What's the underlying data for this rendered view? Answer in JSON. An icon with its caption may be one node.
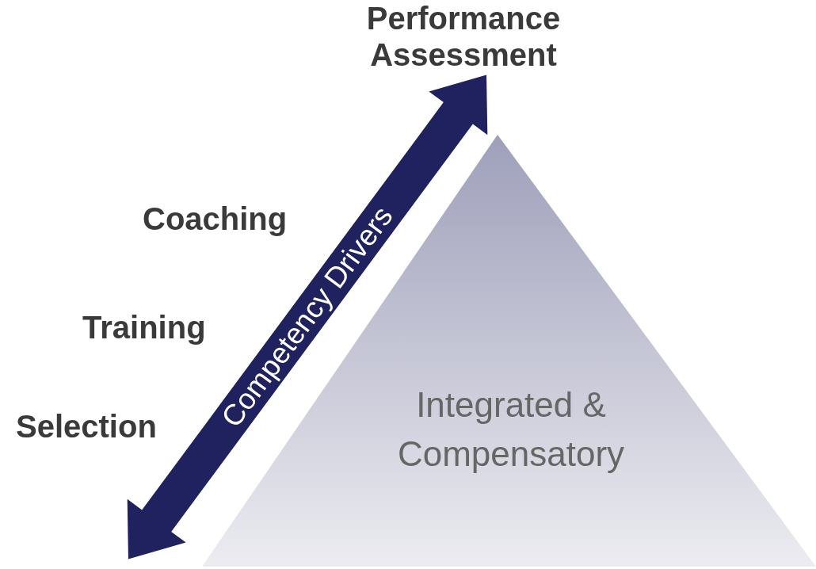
{
  "diagram": {
    "nodes": [
      {
        "text": [
          "Integrated & Compensatory"
        ]
      },
      {
        "text": [
          "Competency Drivers"
        ]
      }
    ],
    "labels": [
      "Performance Assessment",
      "Coaching",
      "Training",
      "Selection"
    ]
  }
}
